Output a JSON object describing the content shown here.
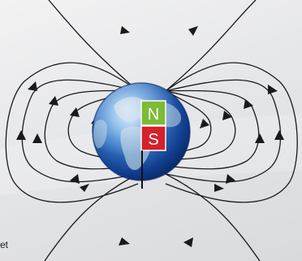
{
  "magnet": {
    "north_label": "N",
    "south_label": "S",
    "north_color": "#7cbb34",
    "south_color": "#d4212a"
  },
  "caption": "et",
  "colors": {
    "field_line": "#1a1a1a",
    "globe_ocean_light": "#8cc4f2",
    "globe_ocean_dark": "#0b2a6b",
    "land": "#b8cfe0"
  },
  "icons": {
    "earth": "earth-globe-icon",
    "arrow": "field-direction-arrow"
  }
}
